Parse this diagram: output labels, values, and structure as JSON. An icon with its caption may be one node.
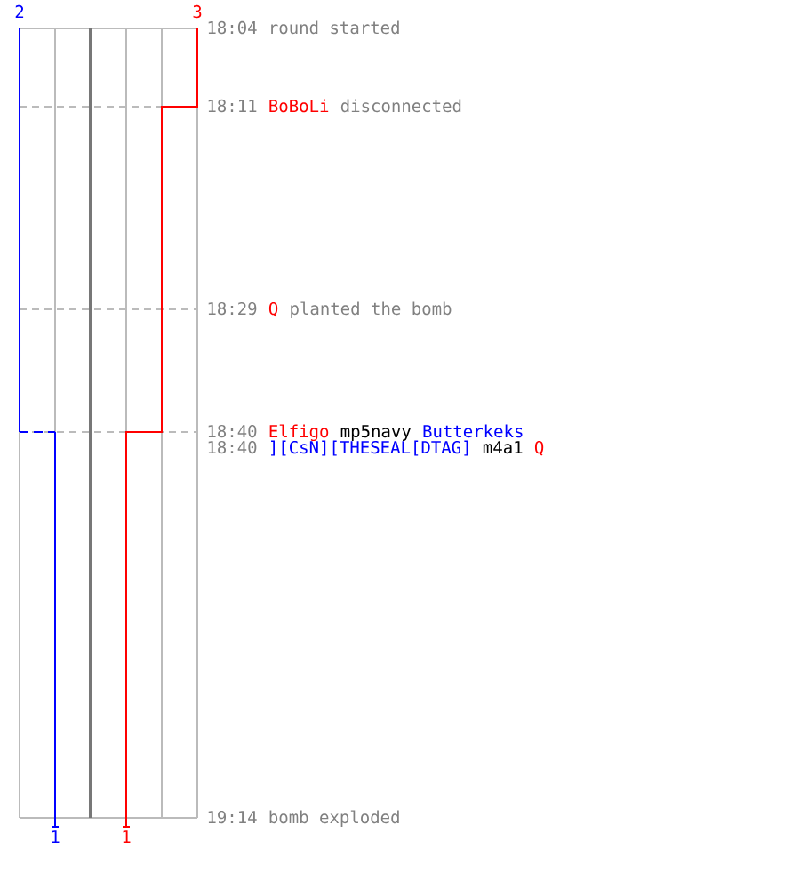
{
  "diagram": {
    "labels": [
      "2",
      "3",
      "18:04",
      "round started",
      "18:11",
      "BoBoLi",
      "disconnected",
      "18:29",
      "Q",
      "planted the bomb",
      "18:40",
      "Elfigo",
      "mp5navy",
      "Butterkeks",
      "18:40",
      "][CsN][THESEAL[DTAG]",
      "m4a1",
      "Q",
      "1",
      "1",
      "19:14",
      "bomb exploded"
    ]
  }
}
